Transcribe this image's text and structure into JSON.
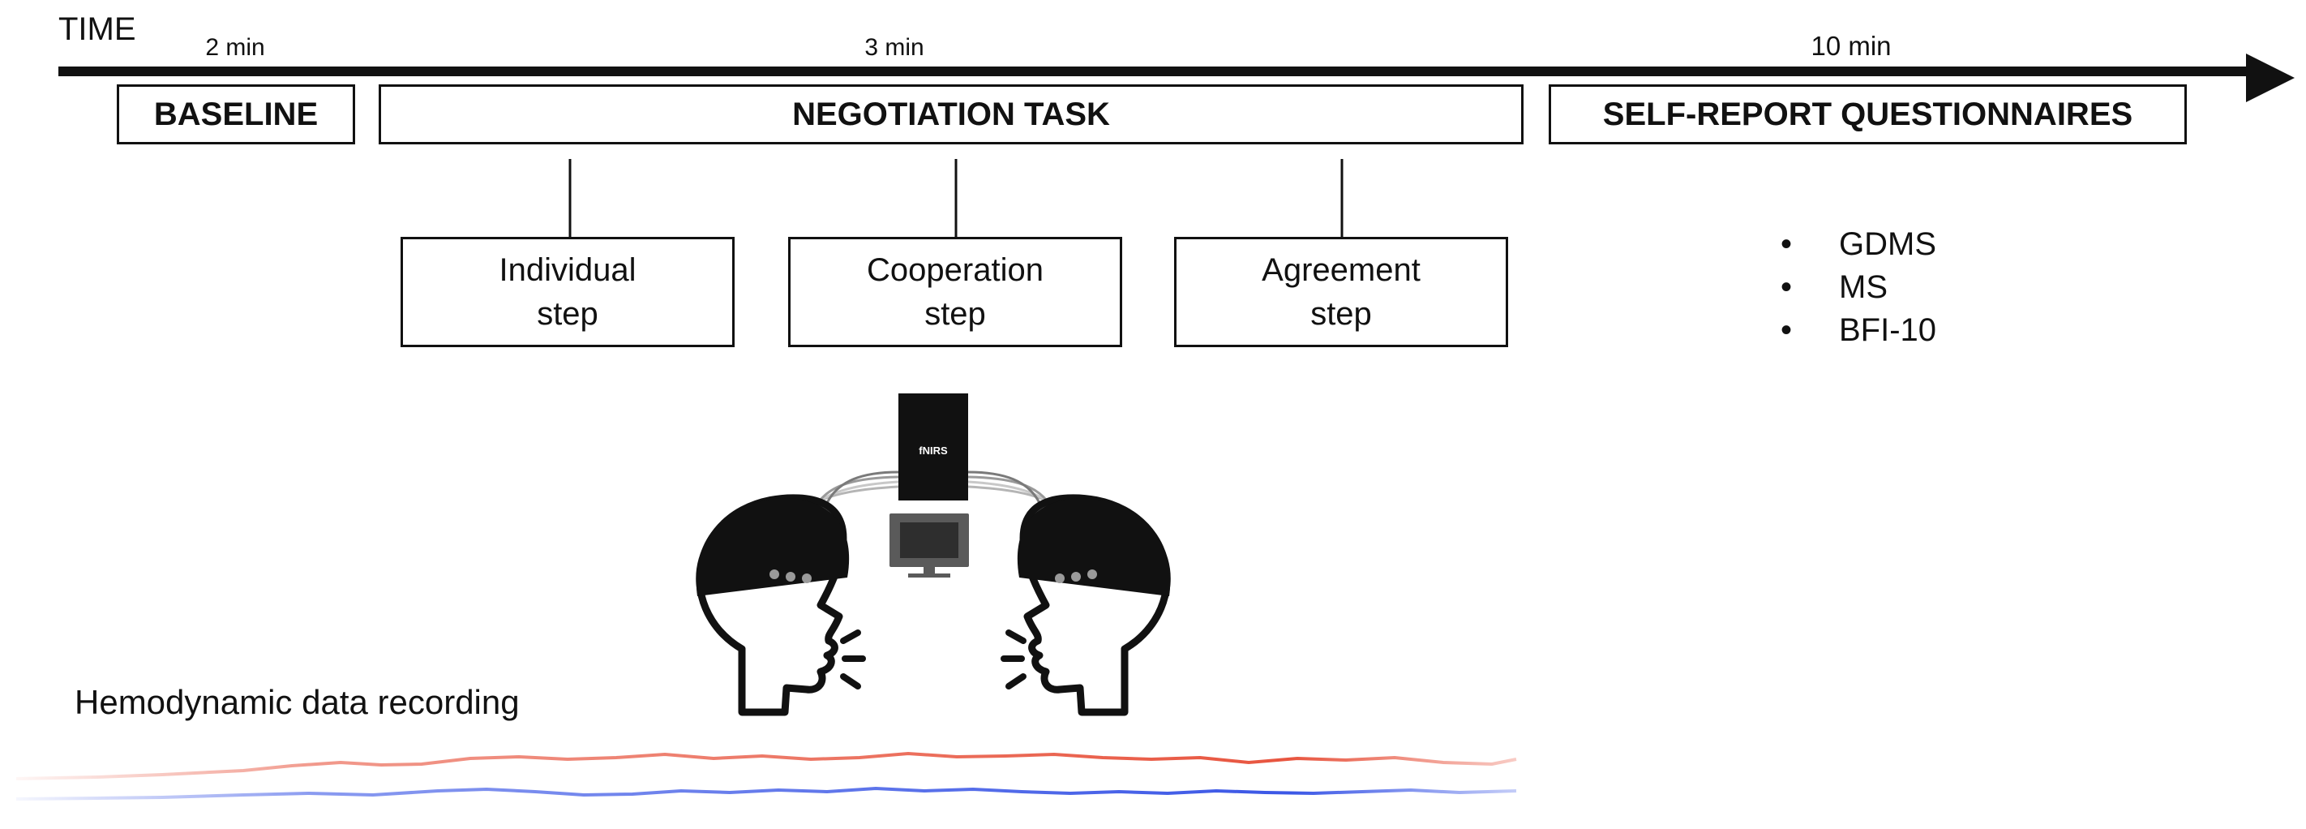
{
  "timeline": {
    "time_label": "TIME",
    "durations": {
      "baseline": "2 min",
      "negotiation": "3 min",
      "questionnaires": "10 min"
    }
  },
  "phases": {
    "baseline": "BASELINE",
    "negotiation": "NEGOTIATION TASK",
    "questionnaires": "SELF-REPORT QUESTIONNAIRES"
  },
  "steps": [
    {
      "line1": "Individual",
      "line2": "step"
    },
    {
      "line1": "Cooperation",
      "line2": "step"
    },
    {
      "line1": "Agreement",
      "line2": "step"
    }
  ],
  "questionnaires": [
    "GDMS",
    "MS",
    "BFI-10"
  ],
  "device_label": "fNIRS",
  "recording_label": "Hemodynamic data recording",
  "colors": {
    "line": "#111111",
    "signal_red": "#e8553f",
    "signal_blue": "#3b57e6",
    "device": "#111111",
    "monitor": "#595959"
  }
}
